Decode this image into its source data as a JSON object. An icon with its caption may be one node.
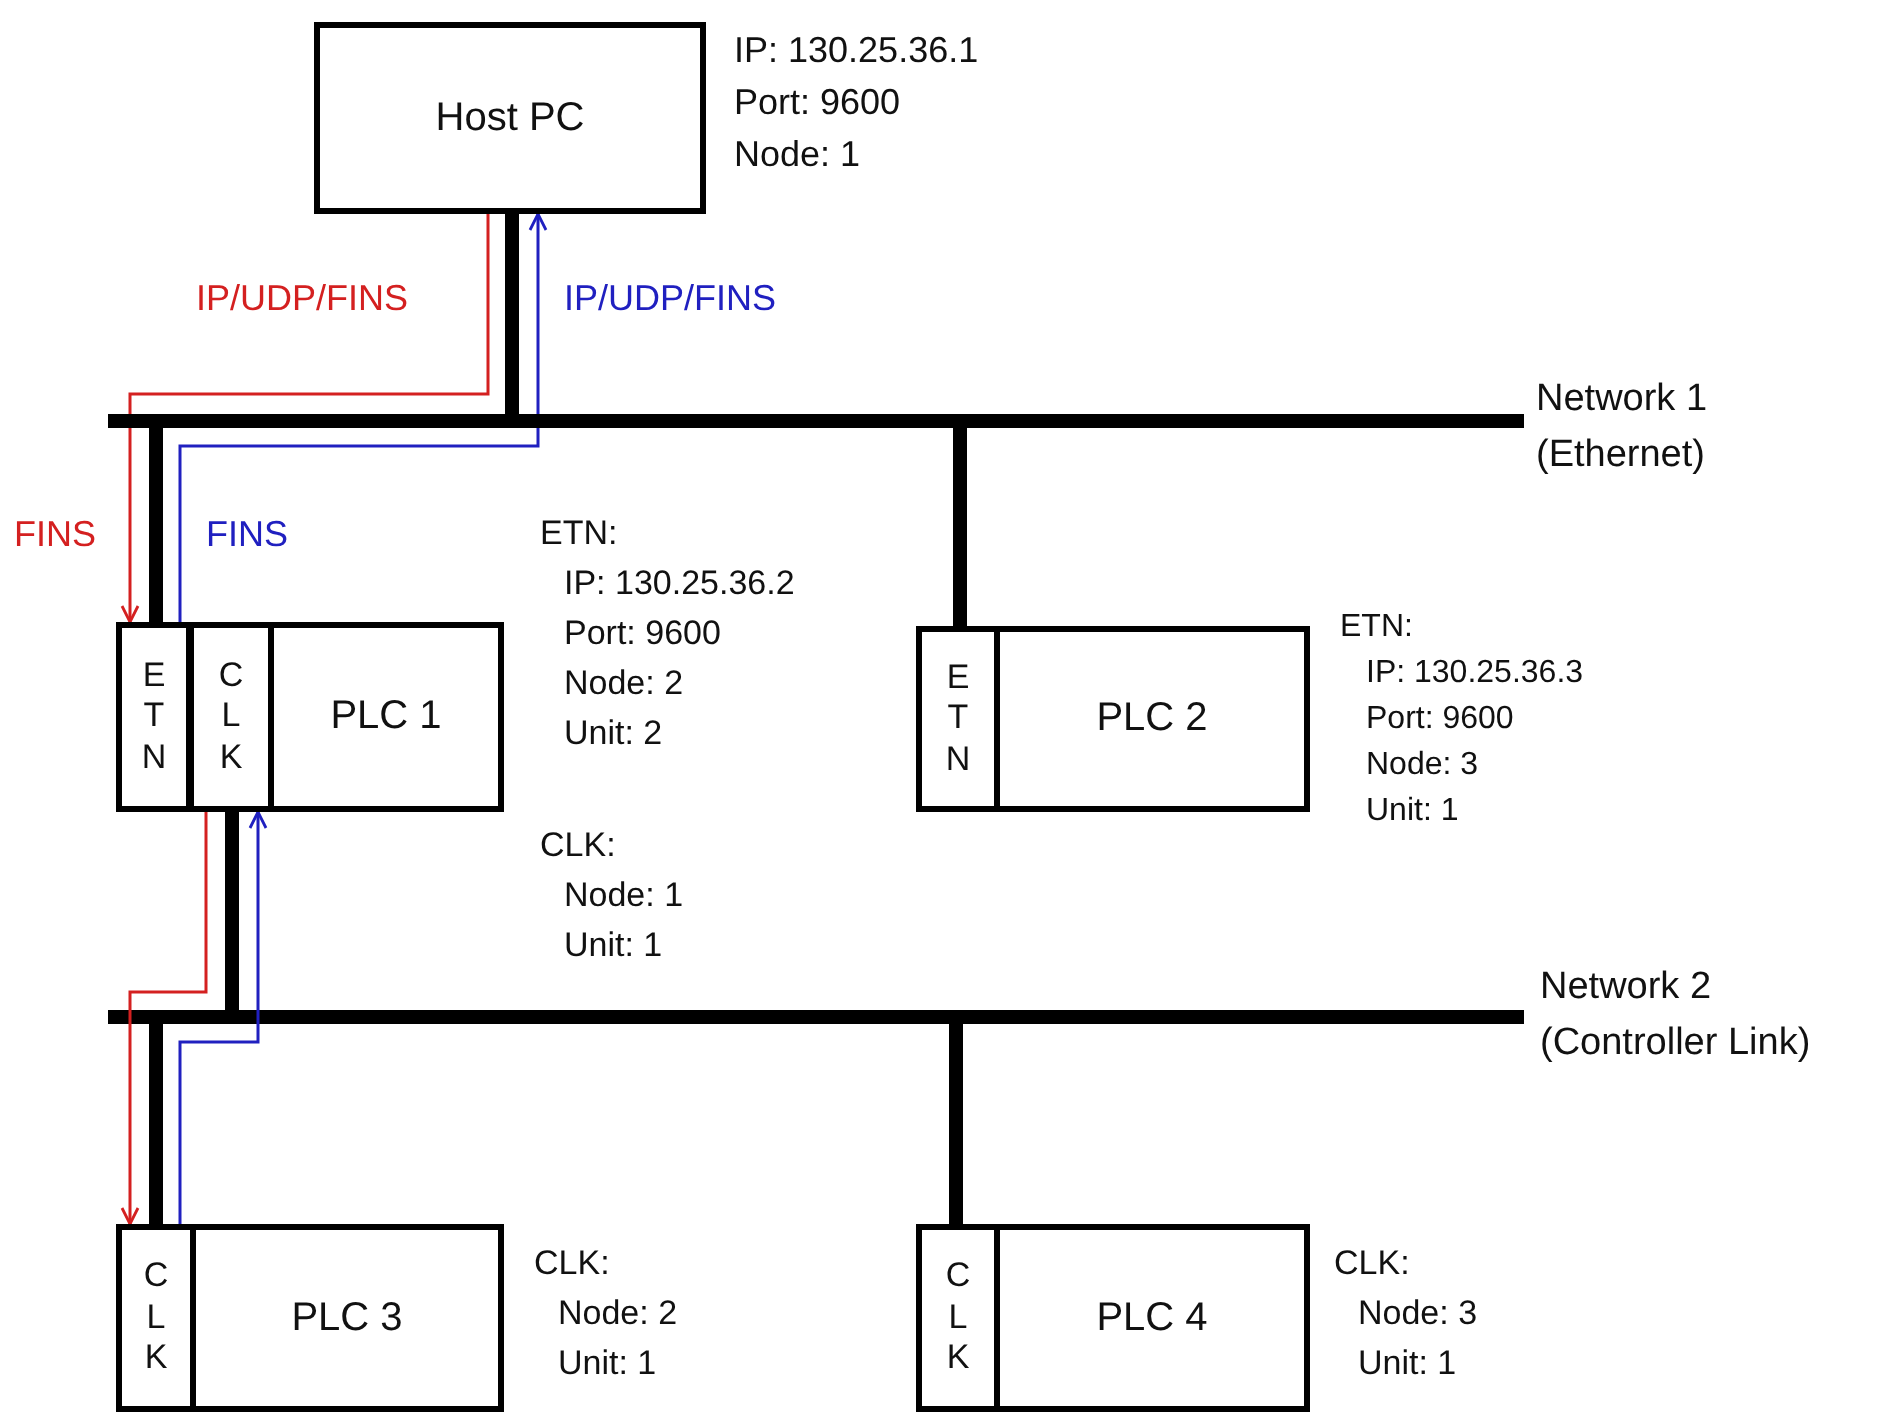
{
  "diagram": {
    "nodes": [
      {
        "text": [
          "Host PC"
        ],
        "beside": [
          "IP: 130.25.36.1",
          "Port: 9600",
          "Node: 1"
        ]
      },
      {
        "text": [],
        "shape": "bar",
        "beside": [
          "Network 1",
          "(Ethernet)"
        ]
      },
      {
        "text": [
          "ETN"
        ],
        "beside": [
          "ETN:",
          "IP: 130.25.36.2",
          "Port: 9600",
          "Node: 2",
          "Unit: 2"
        ]
      },
      {
        "text": [
          "CLK"
        ],
        "beside": [
          "CLK:",
          "Node: 1",
          "Unit: 1"
        ]
      },
      {
        "text": [
          "PLC 1"
        ]
      },
      {
        "text": [
          "ETN"
        ],
        "beside": [
          "ETN:",
          "IP: 130.25.36.3",
          "Port: 9600",
          "Node: 3",
          "Unit: 1"
        ]
      },
      {
        "text": [
          "PLC 2"
        ]
      },
      {
        "text": [],
        "shape": "bar",
        "beside": [
          "Network 2",
          "(Controller Link)"
        ]
      },
      {
        "text": [
          "CLK"
        ],
        "beside": [
          "CLK:",
          "Node: 2",
          "Unit: 1"
        ]
      },
      {
        "text": [
          "PLC 3"
        ]
      },
      {
        "text": [
          "CLK"
        ],
        "beside": [
          "CLK:",
          "Node: 3",
          "Unit: 1"
        ]
      },
      {
        "text": [
          "PLC 4"
        ]
      }
    ],
    "edges": [
      {
        "from": 0,
        "to": 1,
        "arrow": "none",
        "style": "thick"
      },
      {
        "from": 1,
        "to": 2,
        "arrow": "none",
        "style": "thick"
      },
      {
        "from": 1,
        "to": 5,
        "arrow": "none",
        "style": "thick"
      },
      {
        "from": 3,
        "to": 7,
        "arrow": "none",
        "style": "thick"
      },
      {
        "from": 7,
        "to": 8,
        "arrow": "none",
        "style": "thick"
      },
      {
        "from": 7,
        "to": 10,
        "arrow": "none",
        "style": "thick"
      },
      {
        "from": 0,
        "to": 1,
        "arrow": "none",
        "label": "IP/UDP/FINS",
        "color": "#d42020"
      },
      {
        "from": 1,
        "to": 2,
        "arrow": "to",
        "label": "FINS",
        "color": "#d42020"
      },
      {
        "from": 2,
        "to": 1,
        "arrow": "none",
        "label": "FINS",
        "color": "#2020c0"
      },
      {
        "from": 1,
        "to": 0,
        "arrow": "to",
        "label": "IP/UDP/FINS",
        "color": "#2020c0"
      },
      {
        "from": 3,
        "to": 8,
        "arrow": "to",
        "color": "#d42020"
      },
      {
        "from": 8,
        "to": 3,
        "arrow": "to",
        "color": "#2020c0"
      }
    ]
  }
}
